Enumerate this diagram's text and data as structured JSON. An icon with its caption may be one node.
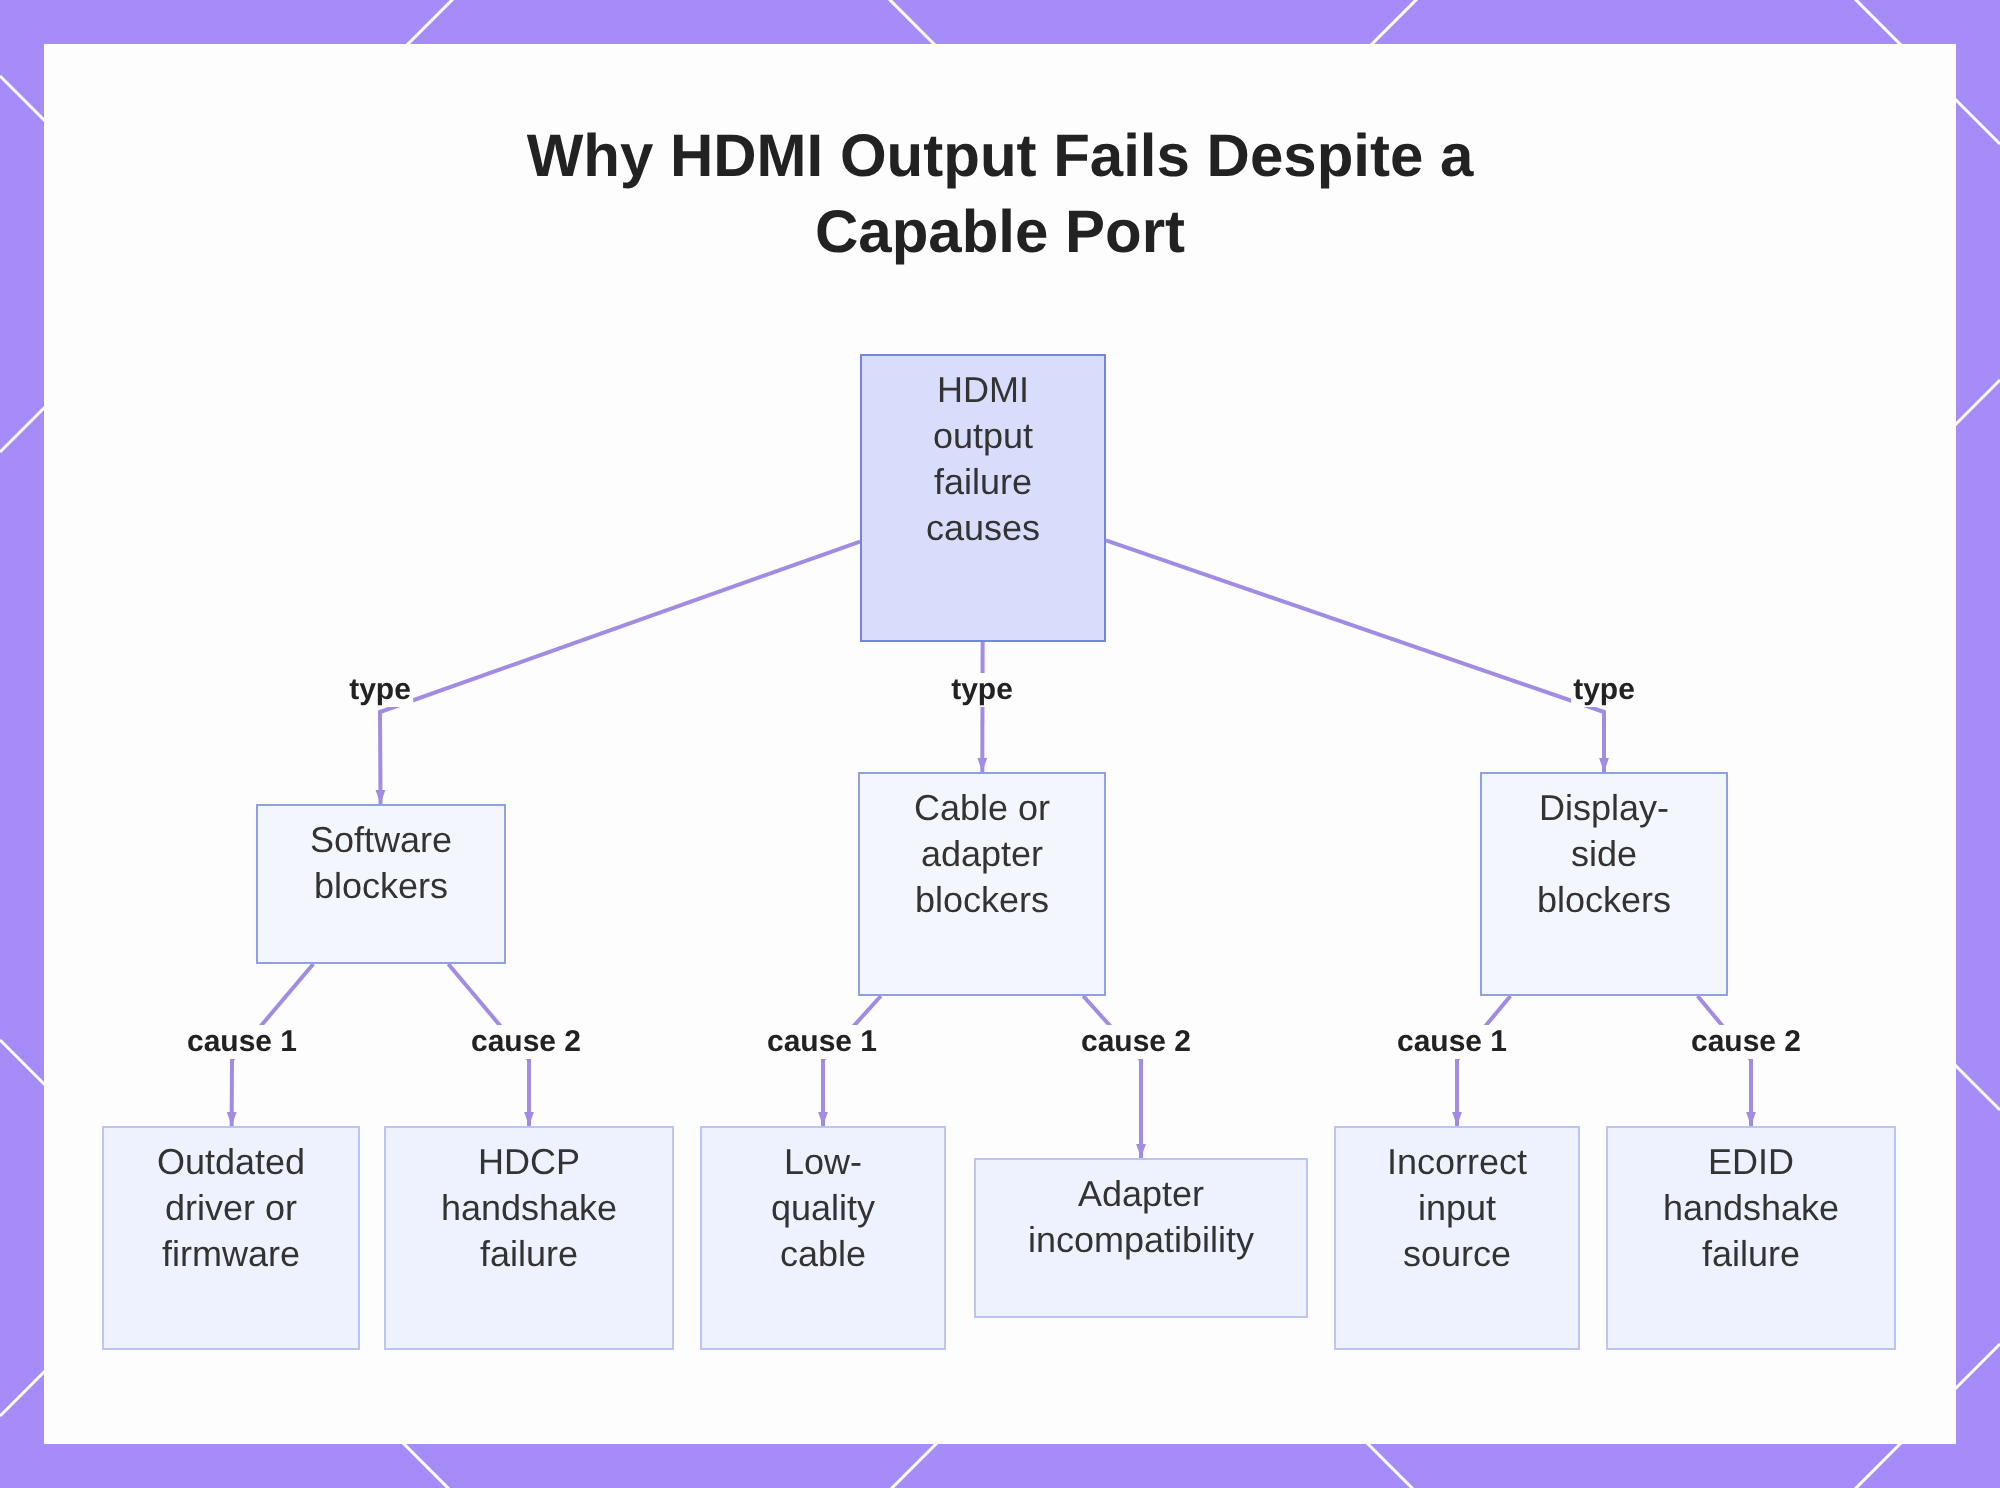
{
  "diagram": {
    "title": "Why HDMI Output Fails Despite a Capable Port",
    "nodes": [
      {
        "text": [
          "HDMI output failure causes"
        ]
      },
      {
        "text": [
          "Software blockers"
        ]
      },
      {
        "text": [
          "Cable or adapter blockers"
        ]
      },
      {
        "text": [
          "Display-side blockers"
        ]
      },
      {
        "text": [
          "Outdated driver or firmware"
        ]
      },
      {
        "text": [
          "HDCP handshake failure"
        ]
      },
      {
        "text": [
          "Low-quality cable"
        ]
      },
      {
        "text": [
          "Adapter incompatibility"
        ]
      },
      {
        "text": [
          "Incorrect input source"
        ]
      },
      {
        "text": [
          "EDID handshake failure"
        ]
      }
    ],
    "edges": [
      {
        "from": 0,
        "to": 1,
        "arrow": "to",
        "label": "type"
      },
      {
        "from": 0,
        "to": 2,
        "arrow": "to",
        "label": "type"
      },
      {
        "from": 0,
        "to": 3,
        "arrow": "to",
        "label": "type"
      },
      {
        "from": 1,
        "to": 4,
        "arrow": "to",
        "label": "cause 1"
      },
      {
        "from": 1,
        "to": 5,
        "arrow": "to",
        "label": "cause 2"
      },
      {
        "from": 2,
        "to": 6,
        "arrow": "to",
        "label": "cause 1"
      },
      {
        "from": 2,
        "to": 7,
        "arrow": "to",
        "label": "cause 2"
      },
      {
        "from": 3,
        "to": 8,
        "arrow": "to",
        "label": "cause 1"
      },
      {
        "from": 3,
        "to": 9,
        "arrow": "to",
        "label": "cause 2"
      }
    ]
  }
}
